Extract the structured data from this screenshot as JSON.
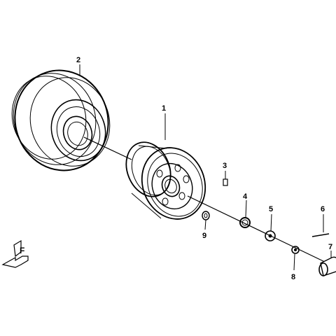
{
  "diagram": {
    "type": "exploded-parts-view",
    "callouts": [
      {
        "id": "c1",
        "label": "1",
        "part": "wheel-rim"
      },
      {
        "id": "c2",
        "label": "2",
        "part": "tire"
      },
      {
        "id": "c3",
        "label": "3",
        "part": "wheel-stud"
      },
      {
        "id": "c4",
        "label": "4",
        "part": "o-ring"
      },
      {
        "id": "c5",
        "label": "5",
        "part": "washer"
      },
      {
        "id": "c6",
        "label": "6",
        "part": "cotter-pin"
      },
      {
        "id": "c7",
        "label": "7",
        "part": "hub-cap"
      },
      {
        "id": "c8",
        "label": "8",
        "part": "castle-nut"
      },
      {
        "id": "c9",
        "label": "9",
        "part": "wheel-nut"
      }
    ],
    "direction_marker": {
      "letter": "F",
      "icon": "front-direction-arrow-icon"
    },
    "colors": {
      "line": "#000000",
      "background": "#ffffff"
    }
  }
}
